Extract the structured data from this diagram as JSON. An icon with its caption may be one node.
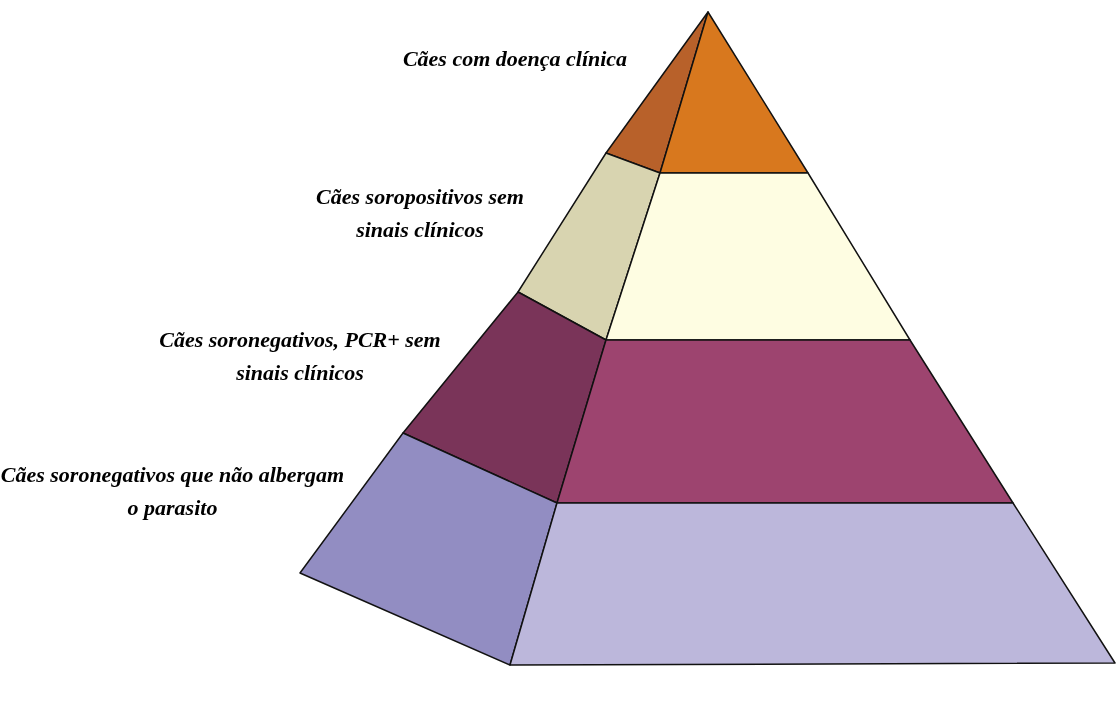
{
  "diagram": {
    "nodes": [
      {
        "text": [
          "Cães com doença clínica"
        ]
      },
      {
        "text": [
          "Cães soropositivos sem sinais clínicos"
        ]
      },
      {
        "text": [
          "Cães soronegativos, PCR+ sem sinais clínicos"
        ]
      },
      {
        "text": [
          "Cães soronegativos que não albergam o parasito"
        ]
      }
    ]
  }
}
